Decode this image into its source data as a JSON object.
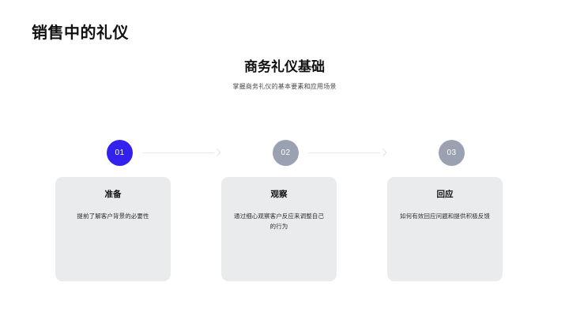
{
  "slide": {
    "title": "销售中的礼仪",
    "headline": "商务礼仪基础",
    "subheadline": "掌握商务礼仪的基本要素和应用场景"
  },
  "colors": {
    "active_step": "#3322ee",
    "inactive_step": "#9aa2b1",
    "card_background": "#eaebed",
    "connector": "#e7e9ed",
    "page_background": "#ffffff",
    "text_primary": "#111111"
  },
  "steps": [
    {
      "number": "01",
      "state": "active",
      "title": "准备",
      "body": "提前了解客户背景的必要性"
    },
    {
      "number": "02",
      "state": "inactive",
      "title": "观察",
      "body": "通过细心观察客户反应来调整自己的行为"
    },
    {
      "number": "03",
      "state": "inactive",
      "title": "回应",
      "body": "如何有效回应问题和提供积极反馈"
    }
  ]
}
